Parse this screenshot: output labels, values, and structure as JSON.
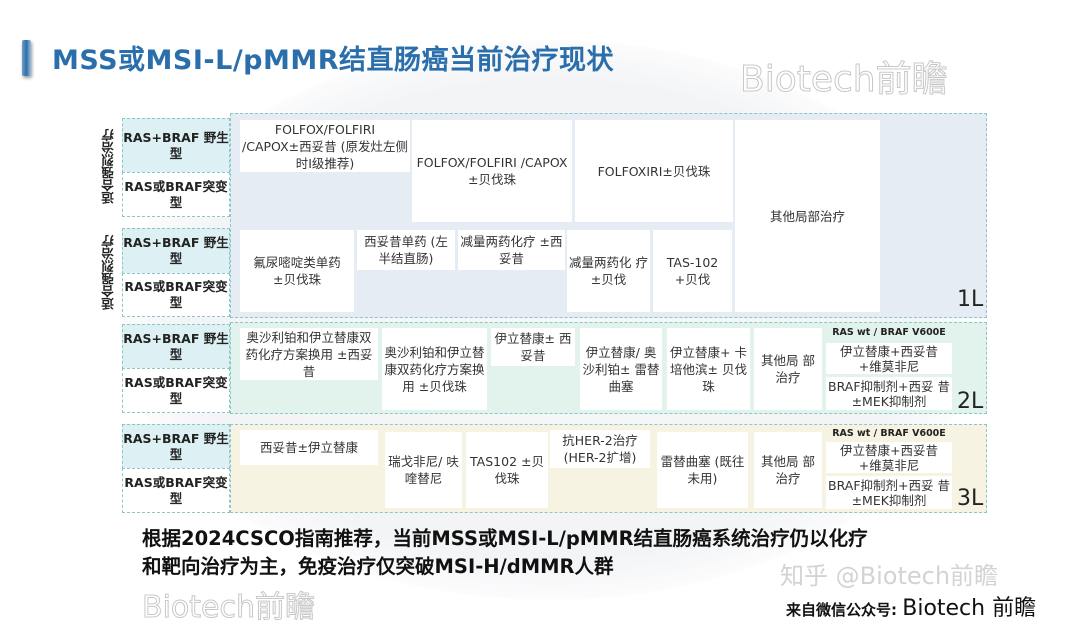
{
  "title": "MSS或MSI-L/pMMR结直肠癌当前治疗现状",
  "side_labels": {
    "intense": "适合强烈治疗",
    "non_intense": "适合强烈治疗"
  },
  "row_labels": {
    "wild": "RAS+BRAF 野生型",
    "mutant": "RAS或BRAF突变型"
  },
  "line1": {
    "label": "1L",
    "cells": [
      "FOLFOX/FOLFIRI /CAPOX±西妥昔 (原发灶左侧时I级推荐)",
      "FOLFOX/FOLFIRI /CAPOX ±贝伐珠",
      "FOLFOXIRI±贝伐珠",
      "其他局部治疗",
      "氟尿嘧啶类单药 ±贝伐珠",
      "西妥昔单药 (左半结直肠)",
      "减量两药化疗 ±西妥昔",
      "减量两药化 疗±贝伐",
      "TAS-102 +贝伐"
    ]
  },
  "line2": {
    "label": "2L",
    "cells": [
      "奥沙利铂和伊立替康双药化疗方案换用 ±西妥昔",
      "奥沙利铂和伊立替康双药化疗方案换用 ±贝伐珠",
      "伊立替康± 西妥昔",
      "伊立替康/ 奥沙利铂± 雷替曲塞",
      "伊立替康+ 卡培他滨± 贝伐珠",
      "其他局 部治疗"
    ],
    "braf_header": "RAS wt / BRAF V600E",
    "braf_cells": [
      "伊立替康+西妥昔 +维莫非尼",
      "BRAF抑制剂+西妥 昔±MEK抑制剂"
    ]
  },
  "line3": {
    "label": "3L",
    "cells": [
      "西妥昔±伊立替康",
      "瑞戈非尼/ 呋喹替尼",
      "TAS102 ±贝伐珠",
      "抗HER-2治疗 (HER-2扩增)",
      "雷替曲塞 (既往未用)",
      "其他局 部治疗"
    ],
    "braf_header": "RAS wt / BRAF V600E",
    "braf_cells": [
      "伊立替康+西妥昔 +维莫非尼",
      "BRAF抑制剂+西妥 昔±MEK抑制剂"
    ]
  },
  "summary": [
    "根据2024CSCO指南推荐，当前MSS或MSI-L/pMMR结直肠癌系统治疗仍以化疗",
    "和靶向治疗为主，免疫治疗仅突破MSI-H/dMMR人群"
  ],
  "watermark": "Biotech前瞻",
  "zhihu_watermark": "知乎 @Biotech前瞻",
  "source": {
    "prefix": "来自微信公众号:",
    "name": "Biotech 前瞻"
  }
}
